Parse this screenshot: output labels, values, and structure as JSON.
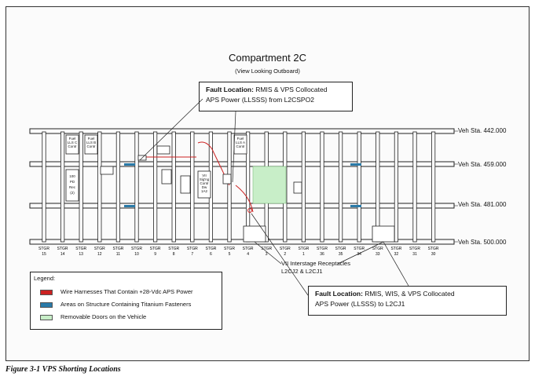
{
  "diagram": {
    "title": "Compartment 2C",
    "subtitle": "(View Looking Outboard)",
    "stations": [
      {
        "label": "Veh Sta. 442.000"
      },
      {
        "label": "Veh Sta. 459.000"
      },
      {
        "label": "Veh Sta. 481.000"
      },
      {
        "label": "Veh Sta. 500.000"
      }
    ],
    "stringers": [
      {
        "top": "STGR",
        "num": "15"
      },
      {
        "top": "STGR",
        "num": "14"
      },
      {
        "top": "STGR",
        "num": "13"
      },
      {
        "top": "STGR",
        "num": "12"
      },
      {
        "top": "STGR",
        "num": "11"
      },
      {
        "top": "STGR",
        "num": "10"
      },
      {
        "top": "STGR",
        "num": "9"
      },
      {
        "top": "STGR",
        "num": "8"
      },
      {
        "top": "STGR",
        "num": "7"
      },
      {
        "top": "STGR",
        "num": "6"
      },
      {
        "top": "STGR",
        "num": "5"
      },
      {
        "top": "STGR",
        "num": "4"
      },
      {
        "top": "STGR",
        "num": "3"
      },
      {
        "top": "STGR",
        "num": "2"
      },
      {
        "top": "STGR",
        "num": "1"
      },
      {
        "top": "STGR",
        "num": "36"
      },
      {
        "top": "STGR",
        "num": "35"
      },
      {
        "top": "STGR",
        "num": "34"
      },
      {
        "top": "STGR",
        "num": "33"
      },
      {
        "top": "STGR",
        "num": "32"
      },
      {
        "top": "STGR",
        "num": "31"
      },
      {
        "top": "STGR",
        "num": "30"
      }
    ],
    "callout_1": {
      "bold": "Fault Location:",
      "line1": " RMIS & VPS Collocated",
      "line2": "APS Power (LLSSS) from L2CSPO2"
    },
    "callout_2": {
      "bold": "Fault Location:",
      "line1": " RMIS, WIS, & VPS Collocated",
      "line2": "APS Power (LLSSS) to L2CJ1"
    },
    "receptacles_note": {
      "line1": "VII Interstage Receptacles",
      "line2": "L2CJ2 & L2CJ1"
    },
    "component_labels": {
      "fuel_c": [
        "Fuel",
        "LLS C",
        "Contr"
      ],
      "fuel_b": [
        "Fuel",
        "LLS B",
        "Contr"
      ],
      "fuel_a": [
        "Fuel",
        "LLS A",
        "Contr"
      ],
      "pd_rec": [
        "100",
        "PD",
        "Rec",
        "(2)"
      ],
      "vi_sig": [
        "VII",
        "Sig'ng",
        "Contr",
        "Dw",
        "1A2"
      ]
    }
  },
  "legend": {
    "title": "Legend:",
    "items": [
      {
        "label": "Wire Harnesses That Contain +28-Vdc APS Power",
        "color": "#cc2222"
      },
      {
        "label": "Areas on Structure Containing Titanium Fasteners",
        "color": "#2a7aa8"
      },
      {
        "label": "Removable Doors on the Vehicle",
        "color": "#c8eec8"
      }
    ]
  },
  "caption": "Figure 3-1  VPS Shorting Locations"
}
